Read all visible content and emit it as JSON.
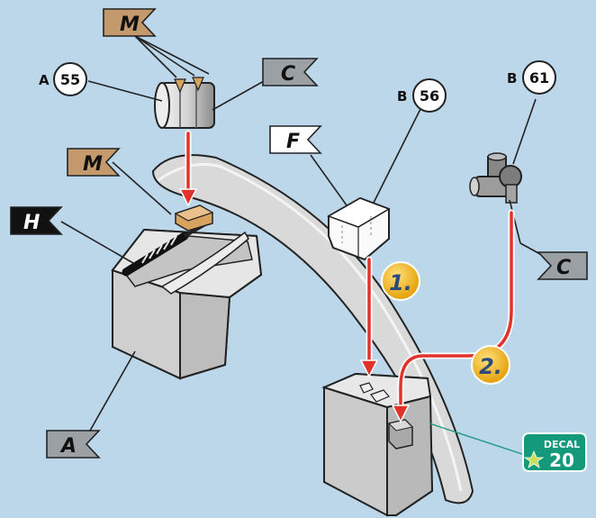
{
  "colors": {
    "background": "#bcd6ea",
    "part_fill": "#e3e3e3",
    "part_stroke": "#222222",
    "arrow_red": "#e0342b",
    "flag_tan": "#c49a6c",
    "flag_gray": "#9aa0a4",
    "flag_black": "#111111",
    "step_badge": "#f2b21a",
    "decal_green": "#149a7a"
  },
  "flags": {
    "m_top": "M",
    "c_top": "C",
    "f": "F",
    "m_mid": "M",
    "h": "H",
    "c_right": "C",
    "a_bottom": "A"
  },
  "callouts": {
    "a55": {
      "letter": "A",
      "number": "55"
    },
    "b56": {
      "letter": "B",
      "number": "56"
    },
    "b61": {
      "letter": "B",
      "number": "61"
    }
  },
  "steps": {
    "one": "1.",
    "two": "2."
  },
  "decal": {
    "label": "DECAL",
    "number": "20",
    "icon": "star-icon"
  }
}
